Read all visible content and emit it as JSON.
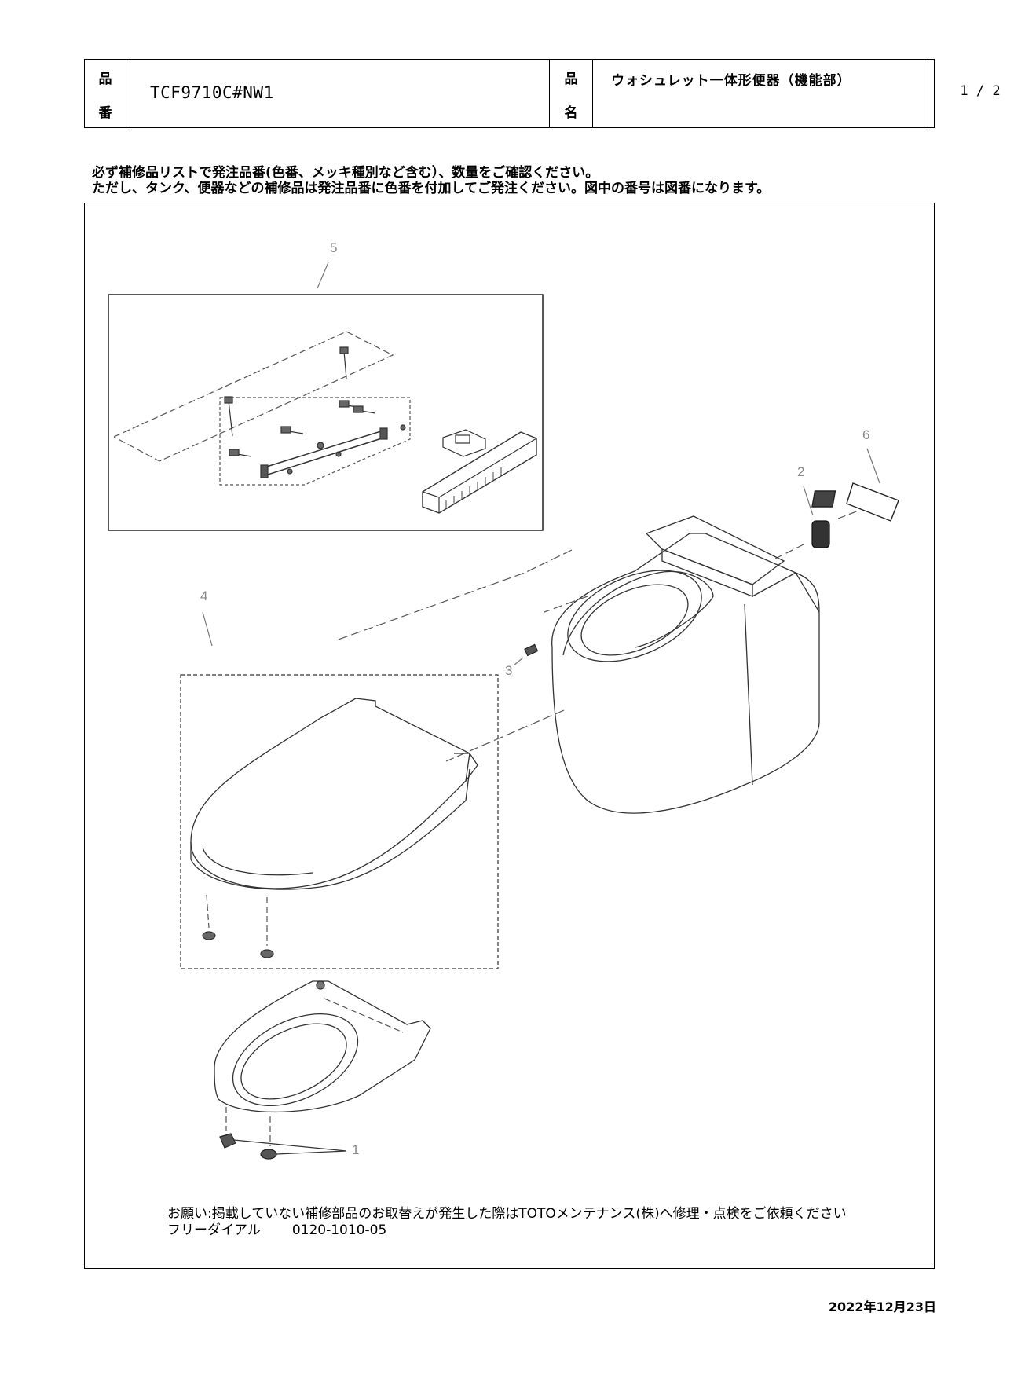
{
  "header": {
    "part_no_label_1": "品",
    "part_no_label_2": "番",
    "part_no": "TCF9710C#NW1",
    "name_label_1": "品",
    "name_label_2": "名",
    "product_name": "ウォシュレット一体形便器（機能部）",
    "page": "1 / 2"
  },
  "notes": [
    "必ず補修品リストで発注品番(色番、メッキ種別など含む）、数量をご確認ください。",
    "ただし、タンク、便器などの補修品は発注品番に色番を付加してご発注ください。図中の番号は図番になります。"
  ],
  "callouts": {
    "c1": "1",
    "c2": "2",
    "c3": "3",
    "c4": "4",
    "c5": "5",
    "c6": "6"
  },
  "footer": {
    "request": "お願い:掲載していない補修部品のお取替えが発生した際はTOTOメンテナンス(株)へ修理・点検をご依頼ください",
    "dial_label": "フリーダイアル",
    "dial_number": "0120-1010-05"
  },
  "date": "2022年12月23日"
}
